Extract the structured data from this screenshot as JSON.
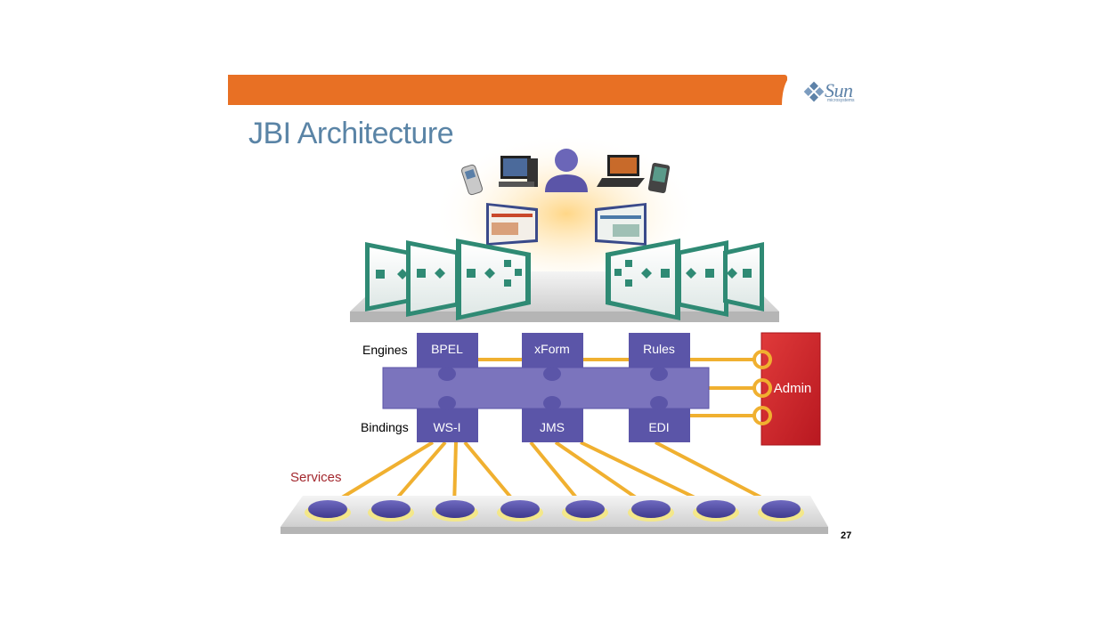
{
  "slide": {
    "title": "JBI Architecture",
    "page_number": "27",
    "logo": {
      "wordmark": "Sun",
      "subtext": "microsystems",
      "icon": "sun-diamond-icon"
    }
  },
  "diagram": {
    "row_labels": {
      "engines": "Engines",
      "bindings": "Bindings"
    },
    "engines": [
      "BPEL",
      "xForm",
      "Rules"
    ],
    "bindings": [
      "WS-I",
      "JMS",
      "EDI"
    ],
    "admin": "Admin",
    "services_label": "Services",
    "service_count": 8,
    "client_devices": [
      "mobile-phone-icon",
      "desktop-computer-icon",
      "user-icon",
      "laptop-icon",
      "pda-icon"
    ],
    "colors": {
      "orange_bar": "#e87024",
      "title_blue": "#5a84a6",
      "puzzle_purple": "#5b55a8",
      "bus_lavender": "#7b74bd",
      "admin_red": "#d32229",
      "connector_gold": "#f0b030",
      "services_red": "#a3282e"
    }
  }
}
